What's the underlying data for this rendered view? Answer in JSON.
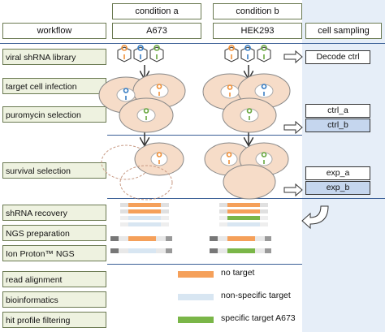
{
  "header": {
    "workflow": "workflow",
    "condition_a": "condition a",
    "condition_b": "condition b",
    "cell_line_a": "A673",
    "cell_line_b": "HEK293",
    "cell_sampling": "cell sampling"
  },
  "steps": [
    "viral shRNA library",
    "target cell infection",
    "puromycin selection",
    "survival selection",
    "shRNA recovery",
    "NGS preparation",
    "Ion Proton™ NGS",
    "read alignment",
    "bioinformatics",
    "hit profile filtering"
  ],
  "samples": {
    "decode": "Decode ctrl",
    "ctrl_a": "ctrl_a",
    "ctrl_b": "ctrl_b",
    "exp_a": "exp_a",
    "exp_b": "exp_b"
  },
  "legend": [
    {
      "label": "no target",
      "color": "#f5a05a"
    },
    {
      "label": "non-specific target",
      "color": "#d8e6f2"
    },
    {
      "label": "specific target A673",
      "color": "#7ab648"
    }
  ],
  "colors": {
    "step_fill": "#eef2e0",
    "cell_fill": "#f6dcc8",
    "sampling_col": "#e6eef8",
    "accent": "#3a5f96"
  }
}
